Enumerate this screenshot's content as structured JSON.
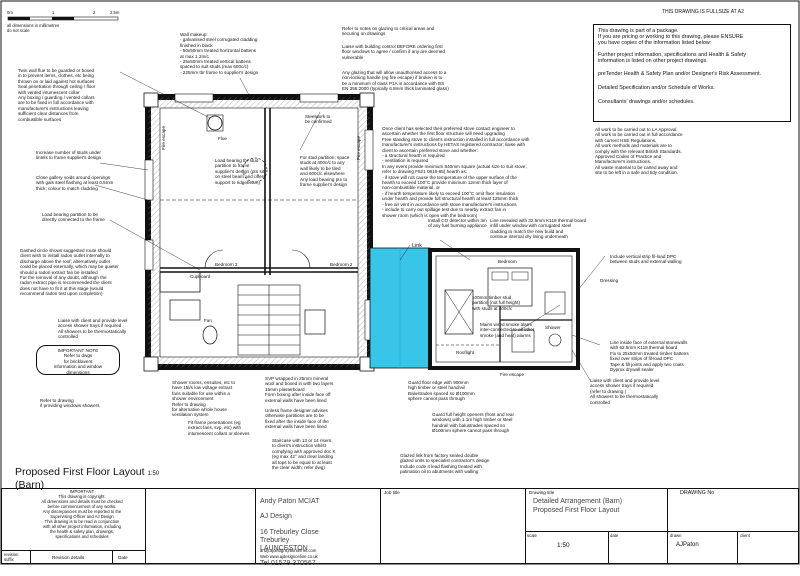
{
  "scale_bar": {
    "ticks": [
      "0m",
      "1",
      "2",
      "2.5m"
    ],
    "note": "all dimensions in millimetres\ndo not scale"
  },
  "fullsize_note": "THIS DRAWING IS FULLSIZE AT A2",
  "notice_box": {
    "p1": "This drawing is part of a package.\nIf you are pricing or working to this drawing, please ENSURE\nyou have copies of the information listed below:",
    "p2": "Further project information, specifications and Health & Safety\ninformation is listed on other project drawings.",
    "p3": "preTender Health & Safety Plan and/or Designer's Risk Assessment.",
    "p4": "Detailed Specification and/or Schedule of Works.",
    "p5": "Consultants' drawings and/or schedules."
  },
  "general_notes": "All work to be carried out to LA Approval\nAll work to be carried out in full accordance\nwith current HSE Regulations.\nAll work methods and materials are to\ncomply with the relevant British Standards,\nApproved Codes of Practice and\nManufacturer's instructions.\nAll waste material to be carted away and\nsite to be left in a safe and tidy condition.",
  "notes": {
    "wall_makeup": "Wall makeup:\n- galvanised steel corrugated cladding\n  finished in black\n- 50x50mm treated horizontal battens\n  at max 1.2m/c\n- 25x50mm treated vertical battens\n  spaced to suit studs (max 600c/c)\n- 225mm tbr frame to supplier's design",
    "twin_wall": "Twin wall flue to be guarded or boxed\nin to prevent items, clothes, etc being\nthrown on or laid against hot surfaces\nSeal penetration through ceiling / floor\nwith vented intumescent collar\nAny boxing / guarding / vented collars\nare to be fixed in full accordance with\nmanufacturer's instructions leaving\nsufficient clear distances from\ncombustible surfaces",
    "studs": "Increase number of studs under\nlintels to frame supplier's design",
    "voids": "Close gallery voids around openings\nwith gals steel flashing at least 0.5mm\nthick; colour to match cladding",
    "load_partition": "Load bearing partition to be\ndirectly connected to the frame",
    "radon": "Dashed circle shows suggested route should\nclient wish to install radon outlet internally to\ndischarge above the roof; alternatively outlet\ncould be placed externally, which may be quieter\nshould a radon extract fan be installed\nFor the removal of any doubt, although the\nradon extract pipe is recommended the client\ndoes not have to fit it at this stage (would\nrecommend radon test upon completion)",
    "liaise_left": "Liaise with client and provide level\naccess shower trays if required\nAll showers to be thermostatically\ncontrolled",
    "glazing": "Refer to notes on glazing to critical areas and\nsecuring on drawings",
    "building_control": "Liaise with building control BEFORE ordering first\nfloor windows to agree / confirm if any are deemed\nvulnerable",
    "glazing_unauth": "Any glazing that will allow unauthorised access to a\nnon-locking handle (eg fire escape) if broken is to\nbe a minimum of class P1A in accordance with BS\nEN 356:2000 (typically 6.8mm thick laminated glass)",
    "steelwork": "Steelwork to\nbe confirmed",
    "load_bearing_tbr": "Load bearing tbr stud\npartition to frame\nsupplier's design (ptn sit\non steel beam and offers\nsupport to ridgebeam)",
    "stud_partition": "For stud partition; space\nstuds at 400c/c to any\nwall likely to be tiled\nand 600c/c elsewhere\nAny load bearing ptn to\nframe supplier's design",
    "stove": "Once client has selected their preferred stove contact engineer to\nascertain whether the first floor structure will need upgrading\nFree standing stove to client's instruction installed in full accordance with\nmanufacturer's instructions by HETAS registered contractor; liaise with\nclient to ascertain preferred stove and whether:\n- a structural hearth is required\n- ventilation is required\nIn any event provide minimum 840mm square (actual size to suit stove;\nrefer to drawing F821 0816-65) hearth as:\n- if stove will not cause the temperature of the upper surface of the\n  hearth to exceed 100°C provide minimum 12mm thick layer of\n  non-combustible material, or\n- if hearth temperature likely to exceed 100°C omit floor insulation\n  under hearth and provide full structural hearth at least 125mm thick\n- free air vent in accordance with stove manufacturer's instructions\n- include to carry out spillage test due to nearby extract fan in\n  shower room (which is open with the bedroom)",
    "co_detector": "Install CO detector within 3m\nof any fuel burning appliance",
    "line_left": "Line revealed with 32.5mm K118 thermal board\ninfill under window with corrugated steel\ncladding to match the new build and\ncontinue internal dry lining underneath",
    "shower": "Shower rooms, ensuites, etc to\nhave 15l/s low voltage extract\nfans suitable for use within a\nshower environment\nRefer to drawing\nfor alternative whole house\nventilation system",
    "fit_frame": "Fit frame penetrations (eg\nextract fans, svp, etc) with\nintumescent collars or sleeves",
    "svp": "SVP wrapped in 25mm mineral\nwool and boxed in with two layers\n15mm plasterboard\nForm boxing after inside face off\nexternal walls have been lined",
    "unless": "Unless frame designer advises\notherwise partitions are to be\nfixed after the inside face of the\nexternal walls have been lined",
    "staircase": "Staircase with 13 or 14 risers\nto client's instruction whilst\ncomplying with approved doc K\n(eg max 42° and clear landing\nall tops to be equal to at least\nthe clear width; refer dwg)",
    "timber_partition": "100mm timber stud\npartition (not full height)\nwith studs at 400c/c",
    "smoke_alarm": "Mains wired smoke alarm\ninter-connected to all other\nsmoke (and heat) alarms",
    "guard": "Guard floor edge with 900mm\nhigh timber or steel handrail\nBalustrades spaced so Ø100mm\nsphere cannot pass through",
    "fullheight": "Guard full height openers (front and rear\nwindows) with 1.1m high timber or steel\nhandrail with balustrades spaced so\nØ100mm sphere cannot pass through",
    "vertical_strip": "Include vertical strip fil-load DPC\nbetween studs and external walling",
    "line_right": "Line inside face of external stonewalls\nwith 62.5mm K118 thermal board\nFix to 25x50mm treated timber battens\nfixed over strips of fil-load DPC\nTape & fill joints and apply two coats\nDyprox drywall sealer",
    "liaise_right": "Liaise with client and provide level\naccess shower trays if required\n(refer to drawing        )\nAll showers to be thermostatically\ncontrolled",
    "important": "IMPORTANT NOTE\nRefer to dwgs\nfor bricklavent\ninformation and window dimensions",
    "refer_windows": "Refer to drawing\nif providing windows showers",
    "glazed_link": "Glazed link from factory sealed double\nglazed units to specialist contractor's design\nInclude code 4 lead flashing treated with\npatination oil to abutments with walling"
  },
  "room_labels": {
    "flue": "Flue",
    "fire_escape_l": "Fire escape",
    "fire_escape_r": "Fire escape",
    "bedroom3": "Bedroom  3",
    "bedroom2": "Bedroom  2",
    "cupboard": "Cupboard",
    "fan": "Fan",
    "link": "Link",
    "bedroom": "Bedroom",
    "dressing": "Dressing",
    "rooflight": "Rooflight",
    "fire_escape_b": "Fire escape",
    "shower_r": "Shower"
  },
  "title": "Proposed First Floor Layout",
  "title_scale": "1:50",
  "subtitle": "(Barn)",
  "important_box": "IMPORTANT\nThis drawing is copyright.\nAll dimensions and details must be checked\nbefore commencement of any works.\nAny discrepancies must be reported to the\nSupervising Officer and AJ Design\nThis drawing is to be read in conjunction\nwith all other project information, including\nthe health & safety plan, drawings,\nspecifications and schedules",
  "revision": {
    "suffix": "revision\nsuffix",
    "details": "Revision details",
    "date": "Date"
  },
  "designer": {
    "name": "Andy Paton MCIAT",
    "company": "AJ Design",
    "address": "16 Treburley Close\nTreburley\nLAUNCESTON",
    "tel": "Tel 01579 370567",
    "email": "andy.ajdesign@btinternet.com",
    "web": "Web www.ajdesignonline.co.uk"
  },
  "job_title": "Job title",
  "drawing_title": {
    "label": "Drawing title",
    "line1": "Detailed Arrangement (Barn)",
    "line2": "Proposed First Floor Layout"
  },
  "drawing_no": "DRAWING No",
  "meta": {
    "scale_label": "scale",
    "scale": "1:50",
    "date_label": "date",
    "drawn_label": "drawn",
    "drawn": "AJPaton",
    "client_label": "client"
  },
  "colors": {
    "link_fill": "#37c5e8",
    "line": "#111111"
  }
}
